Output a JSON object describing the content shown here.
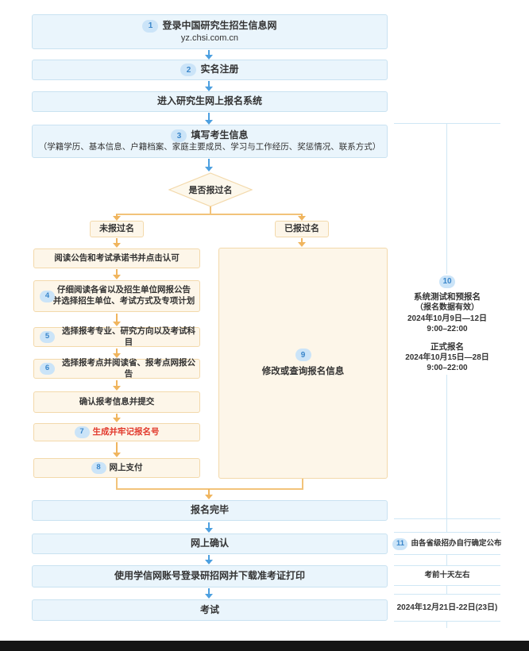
{
  "colors": {
    "blue_box_bg": "#eaf5fc",
    "blue_box_border": "#c9e2f1",
    "cream_box_bg": "#fdf6e9",
    "cream_box_border": "#f3d9ab",
    "blue_arrow": "#4da0e0",
    "orange_line": "#f2c37a",
    "orange_arrow": "#f0b55e",
    "badge_bg": "#cbe4f8",
    "badge_text": "#3a86ca",
    "text": "#333333",
    "red_text": "#e23a2d",
    "guide_line": "#cfe7f5",
    "bottom_bar": "#141414"
  },
  "flow": {
    "step1": {
      "num": "1",
      "line1": "登录中国研究生招生信息网",
      "line2": "yz.chsi.com.cn"
    },
    "step2": {
      "num": "2",
      "label": "实名注册"
    },
    "enter": {
      "label": "进入研究生网上报名系统"
    },
    "step3": {
      "num": "3",
      "title": "填写考生信息",
      "detail": "（学籍学历、基本信息、户籍档案、家庭主要成员、学习与工作经历、奖惩情况、联系方式）"
    },
    "decision": {
      "label": "是否报过名"
    },
    "branch_no": {
      "label": "未报过名"
    },
    "branch_yes": {
      "label": "已报过名"
    },
    "read_notice": {
      "label": "阅读公告和考试承诺书并点击认可"
    },
    "step4": {
      "num": "4",
      "line1": "仔细阅读各省以及招生单位网报公告",
      "line2": "并选择招生单位、考试方式及专项计划"
    },
    "step5": {
      "num": "5",
      "label": "选择报考专业、研究方向以及考试科目"
    },
    "step6": {
      "num": "6",
      "label": "选择报考点并阅读省、报考点网报公告"
    },
    "confirm_submit": {
      "label": "确认报考信息并提交"
    },
    "step7": {
      "num": "7",
      "label": "生成并牢记报名号"
    },
    "step8": {
      "num": "8",
      "label": "网上支付"
    },
    "step9": {
      "num": "9",
      "label": "修改或查询报名信息"
    },
    "finish": {
      "label": "报名完毕"
    },
    "online_confirm": {
      "label": "网上确认"
    },
    "download_print": {
      "label": "使用学信网账号登录研招网并下载准考证打印"
    },
    "exam": {
      "label": "考试"
    }
  },
  "timeline": {
    "step10": {
      "num": "10",
      "title": "系统测试和预报名",
      "subtitle": "（报名数据有效）",
      "date1": "2024年10月9日—12日",
      "time1": "9:00–22:00",
      "title2": "正式报名",
      "date2": "2024年10月15日—28日",
      "time2": "9:00–22:00"
    },
    "step11": {
      "num": "11",
      "label": "由各省级招办自行确定公布"
    },
    "before_exam": {
      "label": "考前十天左右"
    },
    "exam_date": {
      "label": "2024年12月21日-22日(23日)"
    }
  }
}
